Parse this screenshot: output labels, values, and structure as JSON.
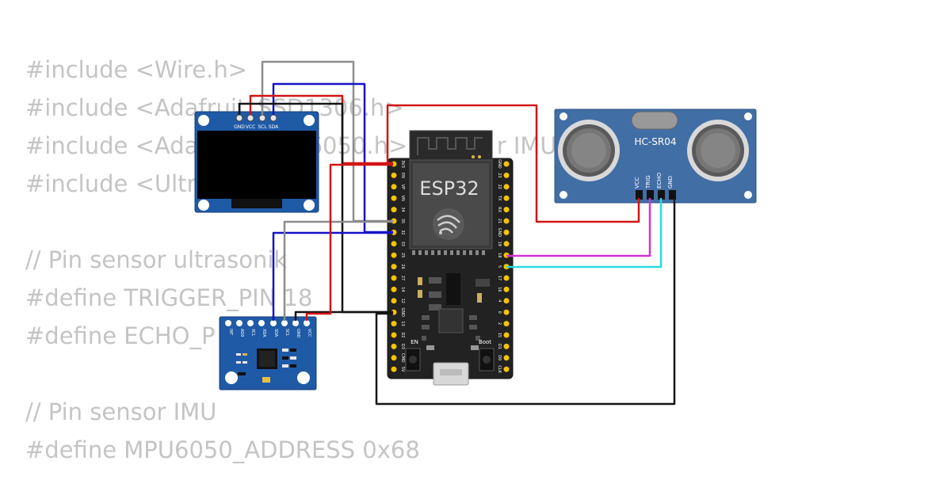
{
  "code_lines": [
    "#include <Wire.h>",
    "#include <Adafruit_SSD1306.h>",
    "#include <Adafruit_MPU6050.h>      ti heat                    r IMU",
    "#include <Ultr",
    "",
    "// Pin sensor ultrasonik",
    "#define TRIGGER_PIN 18",
    "#define ECHO_P",
    "",
    "// Pin sensor IMU",
    "#define MPU6050_ADDRESS 0x68"
  ],
  "oled": {
    "pins": [
      "GND",
      "VCC",
      "SCL",
      "SDA"
    ]
  },
  "esp32": {
    "label": "ESP32",
    "left_pins": [
      "3V3",
      "EN",
      "VP",
      "VN",
      "34",
      "35",
      "32",
      "33",
      "25",
      "26",
      "27",
      "14",
      "12",
      "GND",
      "13",
      "D2",
      "D3",
      "CMD",
      "5V"
    ],
    "right_pins": [
      "GND",
      "23",
      "22",
      "TX",
      "RX",
      "21",
      "GND",
      "19",
      "18",
      "5",
      "17",
      "16",
      "4",
      "0",
      "2",
      "15",
      "D1",
      "D0",
      "CLK"
    ],
    "en_label": "EN",
    "boot_label": "Boot"
  },
  "hcsr04": {
    "label": "HC-SR04",
    "pins": [
      "VCC",
      "TRIG",
      "ECHO",
      "GND"
    ]
  },
  "mpu6050": {
    "pins": [
      "INT",
      "AD0",
      "XCL",
      "XDA",
      "SDA",
      "SCL",
      "GND",
      "VCC"
    ]
  },
  "wire_colors": {
    "red": "#d21414",
    "blue": "#1414c8",
    "gray": "#8c8c8c",
    "black": "#141414",
    "magenta": "#d232d2",
    "cyan": "#28dcdc"
  }
}
